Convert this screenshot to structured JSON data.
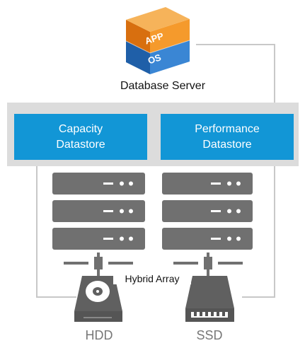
{
  "server": {
    "name": "Database Server",
    "cube_top_text": "APP",
    "cube_bottom_text": "OS"
  },
  "datastores": {
    "capacity": {
      "line1": "Capacity",
      "line2": "Datastore"
    },
    "performance": {
      "line1": "Performance",
      "line2": "Datastore"
    }
  },
  "array": {
    "label": "Hybrid Array"
  },
  "drives": {
    "hdd": {
      "label": "HDD",
      "icon": "hdd-icon"
    },
    "ssd": {
      "label": "SSD",
      "icon": "ssd-icon"
    }
  },
  "colors": {
    "datastore": "#1296d6",
    "band": "#dcdcdc",
    "server_unit": "#707070",
    "cube_top": "#f08a1c",
    "cube_bottom": "#2a72c0",
    "connector": "#c8c8c8"
  }
}
